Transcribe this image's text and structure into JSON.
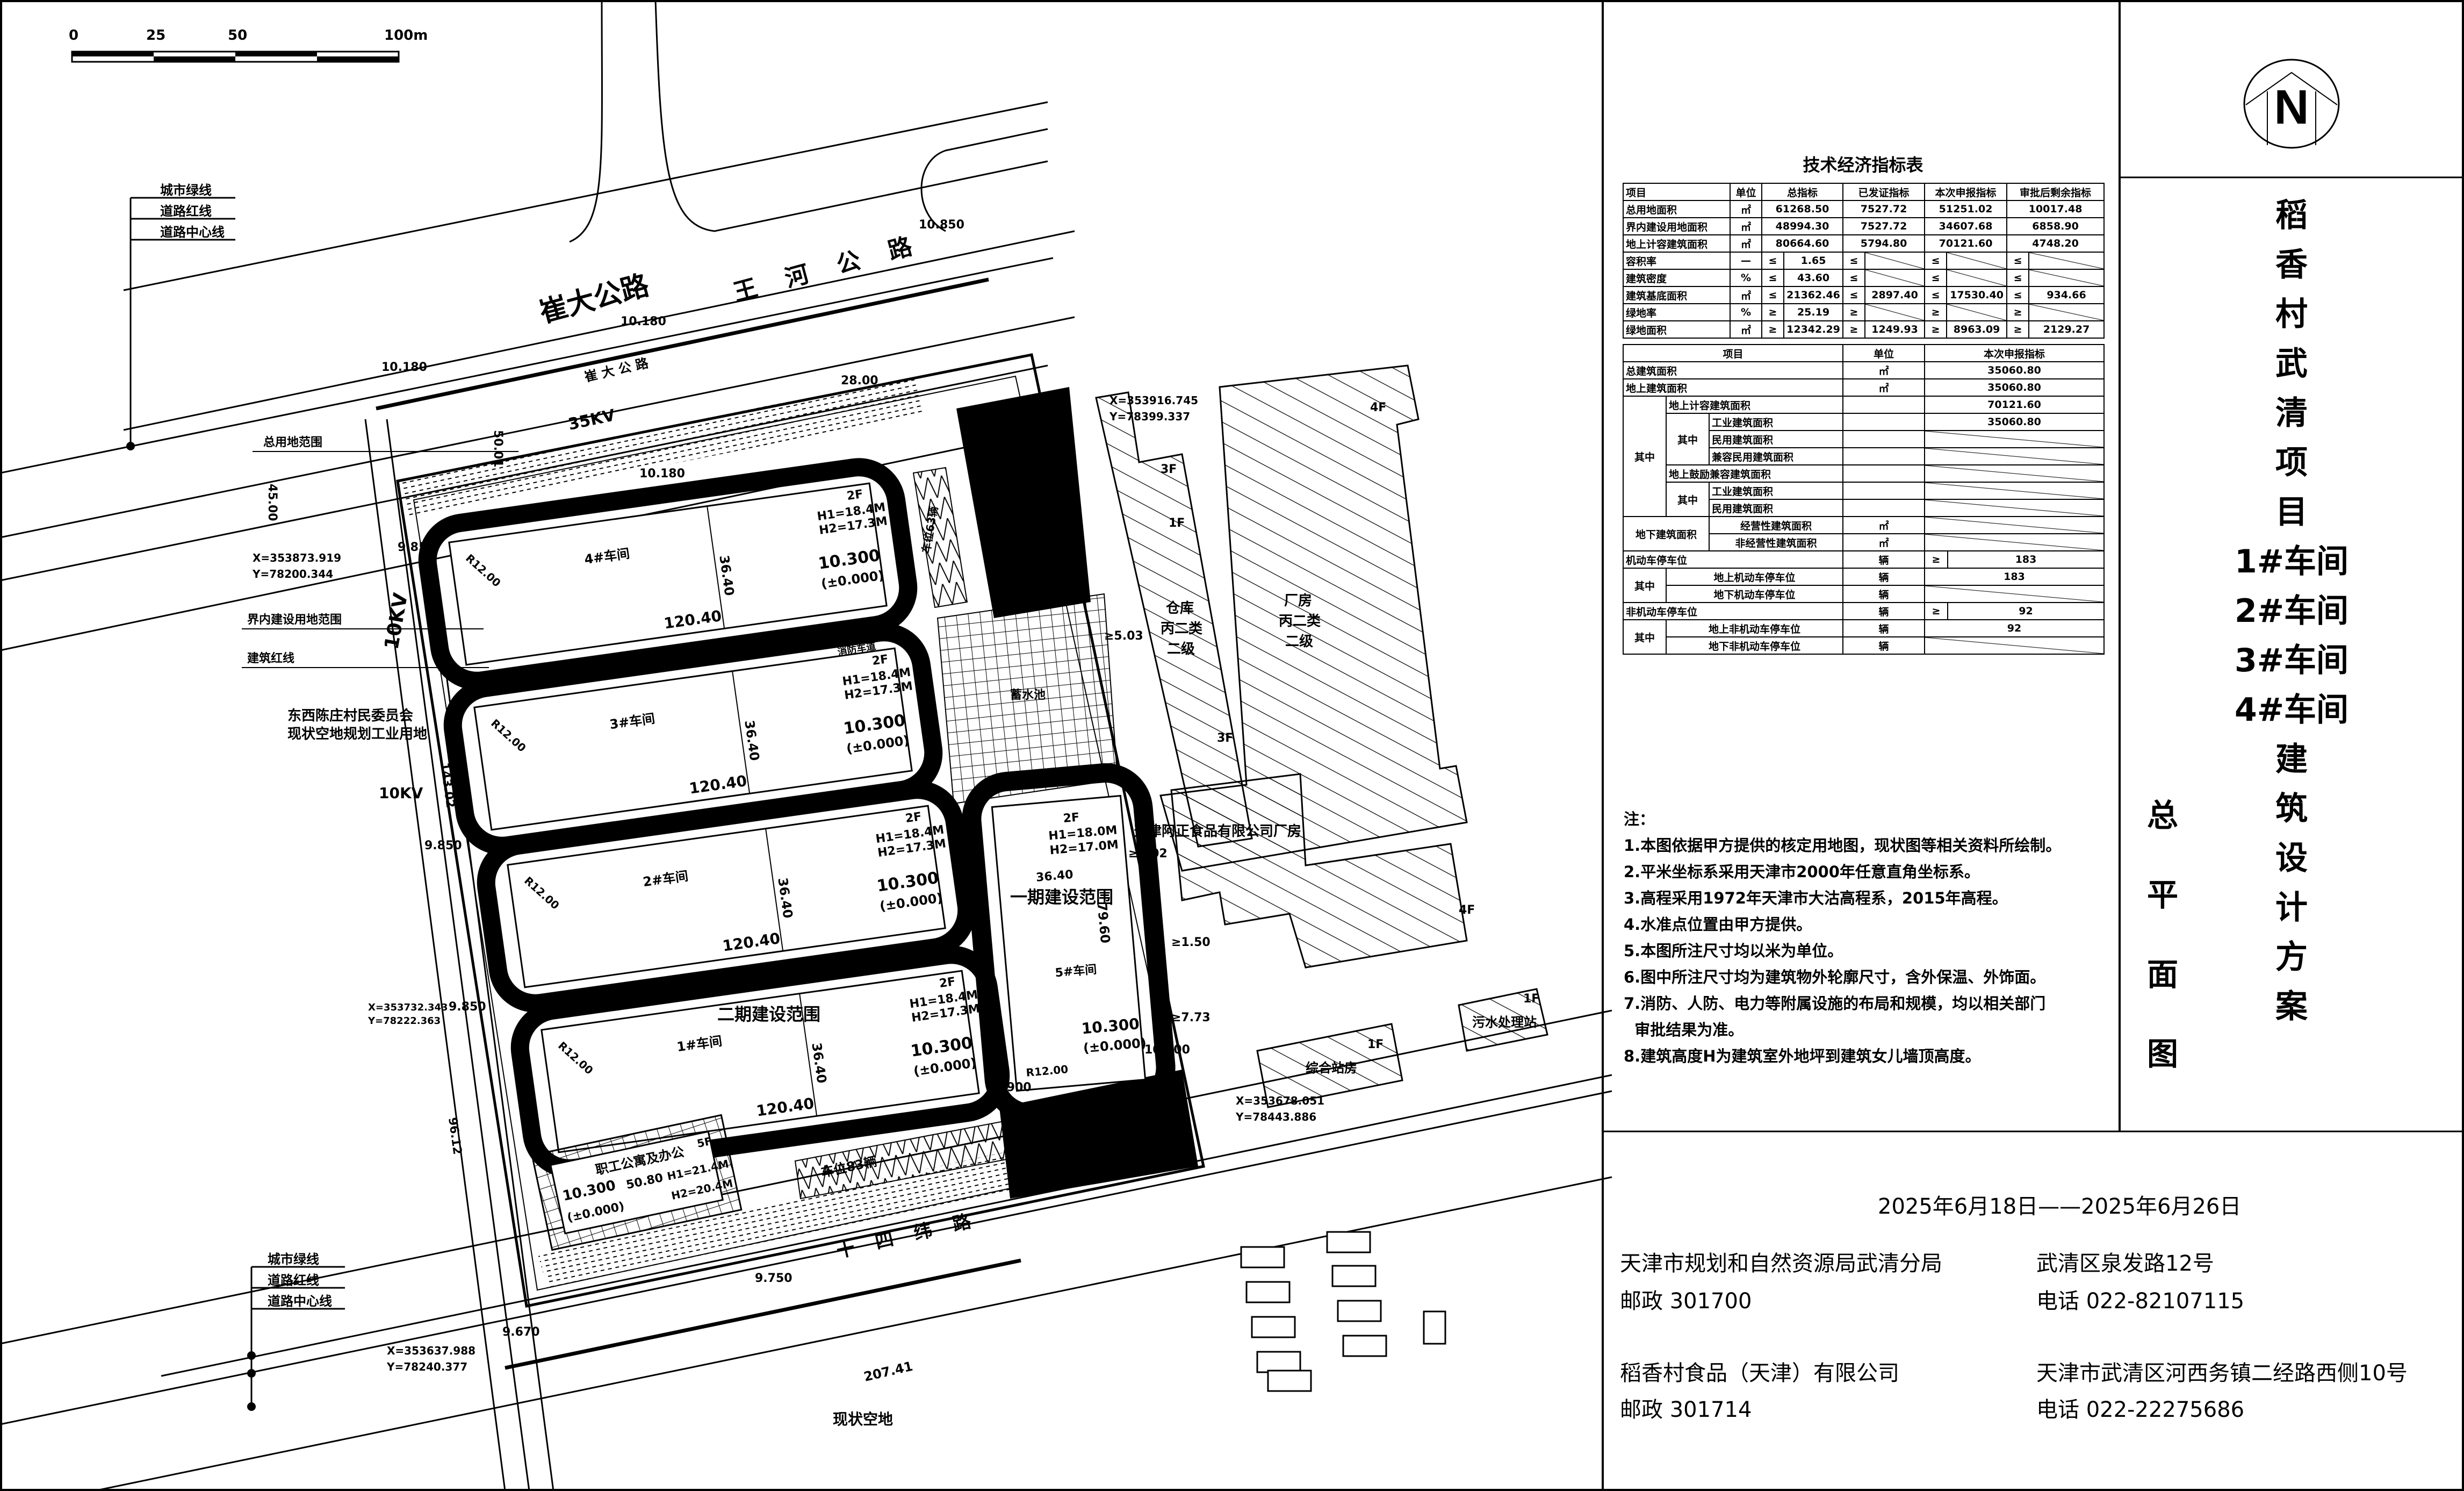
{
  "scale_bar": {
    "ticks": [
      "0",
      "25",
      "50",
      "100m"
    ]
  },
  "legend_top": [
    "城市绿线",
    "道路红线",
    "道路中心线"
  ],
  "legend_bottom": [
    "城市绿线",
    "道路红线",
    "道路中心线"
  ],
  "plan": {
    "roads": {
      "north_main": "崔大公路",
      "north_secondary": "王 河 公 路",
      "north_small": "崔 大 公 路",
      "south": "十 四 纬 路",
      "power_35kv": "35KV",
      "power_10kv": "10KV",
      "power_10kv_2": "10KV"
    },
    "boundaries": {
      "total_site": "总用地范围",
      "inner_site": "界内建设用地范围",
      "red_line": "建筑红线"
    },
    "west_land": [
      "东西陈庄村民委员会",
      "现状空地规划工业用地"
    ],
    "south_land": "现状空地",
    "phase1": "一期建设范围",
    "phase2": "二期建设范围",
    "coords": [
      {
        "x": "X=353873.919",
        "y": "Y=78200.344"
      },
      {
        "x": "X=353916.745",
        "y": "Y=78399.337"
      },
      {
        "x": "X=353678.051",
        "y": "Y=78443.886"
      },
      {
        "x": "X=353637.988",
        "y": "Y=78240.377"
      },
      {
        "x": "X=353732.343",
        "y": "Y=78222.363"
      }
    ],
    "elevations": [
      "10.180",
      "10.180",
      "10.850",
      "10.180",
      "9.850",
      "9.850",
      "9.850",
      "9.750",
      "9.670",
      "9.900",
      "10.000"
    ],
    "dimensions": {
      "d1": "45.00",
      "d2": "50.01",
      "d3": "28.00",
      "d4": "143.02",
      "d5": "96.12",
      "d6": "207.41",
      "d7": "≥5.03",
      "d8": "≥8.02",
      "d9": "≥1.50",
      "d10": "≥7.73"
    },
    "workshops": [
      {
        "name": "4#车间",
        "floors": "2F",
        "h1": "H1=18.4M",
        "h2": "H2=17.3M",
        "elev": "10.300",
        "zero": "(±0.000)",
        "length": "120.40",
        "width": "36.40",
        "radius": "R12.00"
      },
      {
        "name": "3#车间",
        "floors": "2F",
        "h1": "H1=18.4M",
        "h2": "H2=17.3M",
        "elev": "10.300",
        "zero": "(±0.000)",
        "length": "120.40",
        "width": "36.40",
        "radius": "R12.00"
      },
      {
        "name": "2#车间",
        "floors": "2F",
        "h1": "H1=18.4M",
        "h2": "H2=17.3M",
        "elev": "10.300",
        "zero": "(±0.000)",
        "length": "120.40",
        "width": "36.40",
        "radius": "R12.00"
      },
      {
        "name": "1#车间",
        "floors": "2F",
        "h1": "H1=18.4M",
        "h2": "H2=17.3M",
        "elev": "10.300",
        "zero": "(±0.000)",
        "length": "120.40",
        "width": "36.40",
        "radius": "R12.00"
      }
    ],
    "workshop5": {
      "name": "5#车间",
      "floors": "2F",
      "h1": "H1=18.0M",
      "h2": "H2=17.0M",
      "elev": "10.300",
      "zero": "(±0.000)",
      "length": "79.60",
      "width": "36.40",
      "radius": "R12.00"
    },
    "dorm": {
      "name": "职工公寓及办公",
      "elev": "10.300",
      "zero": "(±0.000)",
      "dims": "50.80",
      "h1": "H1=21.4M",
      "h2": "H2=20.4M",
      "floors": "5F"
    },
    "parking": {
      "p83": "车位83辆",
      "p63": "车位63辆",
      "fire_lane": "消防车道",
      "pool": "蓄水池"
    },
    "neighbors": {
      "warehouse": [
        "仓库",
        "丙二类",
        "二级"
      ],
      "factory": [
        "厂房",
        "丙二类",
        "二级"
      ],
      "company": "天津阿正食品有限公司厂房",
      "station": "综合站房",
      "sewage": "污水处理站",
      "floors": [
        "4F",
        "3F",
        "1F",
        "3F",
        "4F",
        "1F",
        "1F"
      ]
    }
  },
  "indicator_table": {
    "title": "技术经济指标表",
    "headers": [
      "项目",
      "单位",
      "总指标",
      "已发证指标",
      "本次申报指标",
      "审批后剩余指标"
    ],
    "rows_simple": [
      {
        "item": "总用地面积",
        "unit": "㎡",
        "total": "61268.50",
        "issued": "7527.72",
        "current": "51251.02",
        "remaining": "10017.48"
      },
      {
        "item": "界内建设用地面积",
        "unit": "㎡",
        "total": "48994.30",
        "issued": "7527.72",
        "current": "34607.68",
        "remaining": "6858.90"
      },
      {
        "item": "地上计容建筑面积",
        "unit": "㎡",
        "total": "80664.60",
        "issued": "5794.80",
        "current": "70121.60",
        "remaining": "4748.20"
      }
    ],
    "rows_op": [
      {
        "item": "容积率",
        "unit": "—",
        "op": "≤",
        "total": "1.65",
        "issued": "",
        "current": "",
        "remaining": ""
      },
      {
        "item": "建筑密度",
        "unit": "%",
        "op": "≤",
        "total": "43.60",
        "issued": "",
        "current": "",
        "remaining": ""
      },
      {
        "item": "建筑基底面积",
        "unit": "㎡",
        "op": "≤",
        "total": "21362.46",
        "issued": "2897.40",
        "current": "17530.40",
        "remaining": "934.66"
      },
      {
        "item": "绿地率",
        "unit": "%",
        "op": "≥",
        "total": "25.19",
        "issued": "",
        "current": "",
        "remaining": ""
      },
      {
        "item": "绿地面积",
        "unit": "㎡",
        "op": "≥",
        "total": "12342.29",
        "issued": "1249.93",
        "current": "8963.09",
        "remaining": "2129.27"
      }
    ],
    "headers2": [
      "项目",
      "单位",
      "本次申报指标"
    ],
    "detail": {
      "total_area": {
        "item": "总建筑面积",
        "unit": "㎡",
        "value": "35060.80"
      },
      "above_area": {
        "item": "地上建筑面积",
        "unit": "㎡",
        "value": "35060.80"
      },
      "of_which": "其中",
      "far_area": {
        "item": "地上计容建筑面积",
        "value": "70121.60"
      },
      "industrial": {
        "item": "工业建筑面积",
        "value": "35060.80"
      },
      "civil": {
        "item": "民用建筑面积"
      },
      "civil_far": {
        "item": "兼容民用建筑面积"
      },
      "incentive": {
        "item": "地上鼓励兼容建筑面积"
      },
      "industrial2": {
        "item": "工业建筑面积"
      },
      "civil2": {
        "item": "民用建筑面积"
      },
      "underground": {
        "item": "地下建筑面积",
        "op_item": "经营性建筑面积",
        "nonop_item": "非经营性建筑面积",
        "unit": "㎡"
      },
      "car": {
        "item": "机动车停车位",
        "unit": "辆",
        "op": "≥",
        "value": "183"
      },
      "car_above": {
        "item": "地上机动车停车位",
        "unit": "辆",
        "value": "183"
      },
      "car_below": {
        "item": "地下机动车停车位",
        "unit": "辆"
      },
      "bike": {
        "item": "非机动车停车位",
        "unit": "辆",
        "op": "≥",
        "value": "92"
      },
      "bike_above": {
        "item": "地上非机动车停车位",
        "unit": "辆",
        "value": "92"
      },
      "bike_below": {
        "item": "地下非机动车停车位",
        "unit": "辆"
      }
    }
  },
  "notes": {
    "heading": "注：",
    "items": [
      "1.本图依据甲方提供的核定用地图，现状图等相关资料所绘制。",
      "2.平米坐标系采用天津市2000年任意直角坐标系。",
      "3.高程采用1972年天津市大沽高程系，2015年高程。",
      "4.水准点位置由甲方提供。",
      "5.本图所注尺寸均以米为单位。",
      "6.图中所注尺寸均为建筑物外轮廓尺寸，含外保温、外饰面。",
      "7.消防、人防、电力等附属设施的布局和规模，均以相关部门",
      "  审批结果为准。",
      "8.建筑高度H为建筑室外地坪到建筑女儿墙顶高度。"
    ]
  },
  "north_arrow": "N",
  "project_title": [
    "稻",
    "香",
    "村",
    "武",
    "清",
    "项",
    "目",
    "1#车间",
    "2#车间",
    "3#车间",
    "4#车间",
    "建",
    "筑",
    "设",
    "计",
    "方",
    "案"
  ],
  "drawing_title": [
    "总",
    "平",
    "面",
    "图"
  ],
  "publicity": {
    "period": "2025年6月18日——2025年6月26日",
    "authority": {
      "name": "天津市规划和自然资源局武清分局",
      "postcode": "邮政 301700",
      "address": "武清区泉发路12号",
      "phone": "电话  022-82107115"
    },
    "applicant": {
      "name": "稻香村食品（天津）有限公司",
      "postcode": "邮政 301714",
      "address": "天津市武清区河西务镇二经路西侧10号",
      "phone": "电话  022-22275686"
    }
  }
}
